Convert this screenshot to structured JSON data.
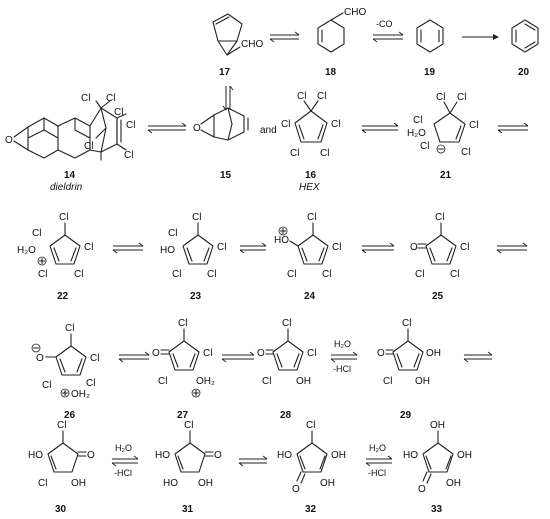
{
  "compounds": {
    "c17": {
      "num": "17",
      "labels": [
        "CHO"
      ]
    },
    "c18": {
      "num": "18",
      "labels": [
        "CHO"
      ]
    },
    "c19": {
      "num": "19",
      "labels": []
    },
    "c20": {
      "num": "20",
      "labels": []
    },
    "c14": {
      "num": "14",
      "name": "dieldrin",
      "labels": [
        "Cl",
        "Cl",
        "Cl",
        "Cl",
        "Cl",
        "Cl",
        "O"
      ]
    },
    "c15": {
      "num": "15",
      "labels": [
        "O"
      ]
    },
    "c16": {
      "num": "16",
      "name": "HEX",
      "labels": [
        "Cl",
        "Cl",
        "Cl",
        "Cl",
        "Cl",
        "Cl"
      ]
    },
    "c21": {
      "num": "21",
      "labels": [
        "Cl",
        "Cl",
        "Cl",
        "Cl",
        "Cl",
        "H₂O",
        "Cl"
      ]
    },
    "c22": {
      "num": "22",
      "labels": [
        "Cl",
        "Cl",
        "Cl",
        "Cl",
        "Cl",
        "H₂O"
      ]
    },
    "c23": {
      "num": "23",
      "labels": [
        "Cl",
        "Cl",
        "Cl",
        "Cl",
        "Cl",
        "HO"
      ]
    },
    "c24": {
      "num": "24",
      "labels": [
        "Cl",
        "Cl",
        "Cl",
        "Cl",
        "HO"
      ]
    },
    "c25": {
      "num": "25",
      "labels": [
        "Cl",
        "Cl",
        "Cl",
        "Cl",
        "O"
      ]
    },
    "c26": {
      "num": "26",
      "labels": [
        "Cl",
        "Cl",
        "Cl",
        "Cl",
        "O",
        "OH₂"
      ]
    },
    "c27": {
      "num": "27",
      "labels": [
        "Cl",
        "Cl",
        "Cl",
        "O",
        "OH₂"
      ]
    },
    "c28": {
      "num": "28",
      "labels": [
        "Cl",
        "Cl",
        "Cl",
        "O",
        "OH"
      ]
    },
    "c29": {
      "num": "29",
      "labels": [
        "Cl",
        "Cl",
        "O",
        "OH",
        "OH"
      ]
    },
    "c30": {
      "num": "30",
      "labels": [
        "Cl",
        "Cl",
        "HO",
        "O",
        "OH"
      ]
    },
    "c31": {
      "num": "31",
      "labels": [
        "Cl",
        "HO",
        "O",
        "HO",
        "OH"
      ]
    },
    "c32": {
      "num": "32",
      "labels": [
        "Cl",
        "HO",
        "OH",
        "O",
        "OH"
      ]
    },
    "c33": {
      "num": "33",
      "labels": [
        "OH",
        "HO",
        "OH",
        "O",
        "OH"
      ]
    }
  },
  "connector": "and",
  "conditions": {
    "minus_co": "-CO",
    "water": "H₂O",
    "minus_hcl": "-HCl"
  }
}
